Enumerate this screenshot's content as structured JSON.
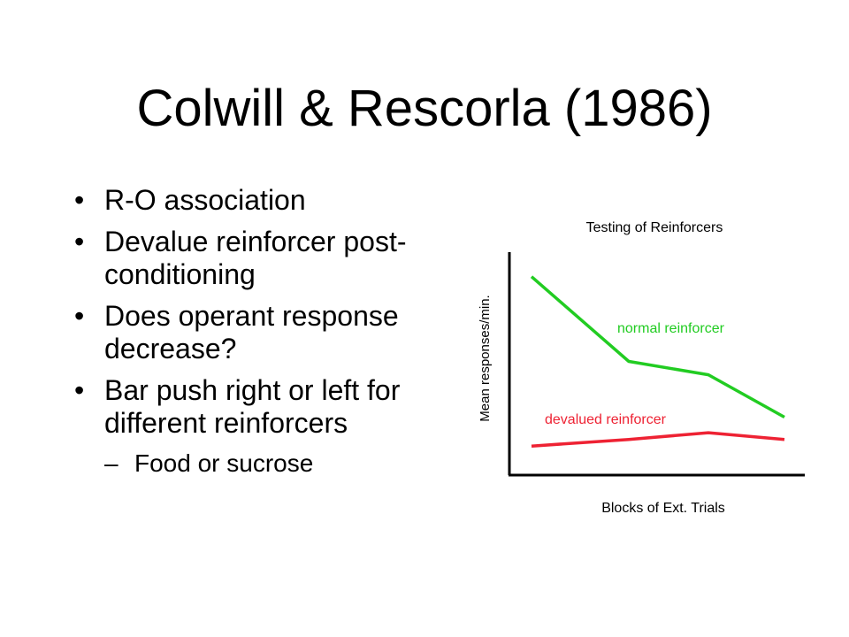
{
  "slide": {
    "title": "Colwill & Rescorla (1986)",
    "bullets": [
      "R-O association",
      "Devalue reinforcer post-conditioning",
      "Does operant response decrease?",
      "Bar push right or left for different reinforcers"
    ],
    "sub_bullet": "Food or sucrose",
    "bullet_symbol": "•",
    "sub_symbol": "–"
  },
  "chart_data": {
    "type": "line",
    "title": "Testing of Reinforcers",
    "xlabel": "Blocks of Ext. Trials",
    "ylabel": "Mean responses/min.",
    "x": [
      1,
      2,
      3,
      4
    ],
    "ylim": [
      0,
      100
    ],
    "grid": false,
    "series": [
      {
        "name": "normal reinforcer",
        "values": [
          89,
          51,
          45,
          26
        ],
        "color": "#22cc22"
      },
      {
        "name": "devalued reinforcer",
        "values": [
          13,
          16,
          19,
          16
        ],
        "color": "#ee2233"
      }
    ]
  }
}
